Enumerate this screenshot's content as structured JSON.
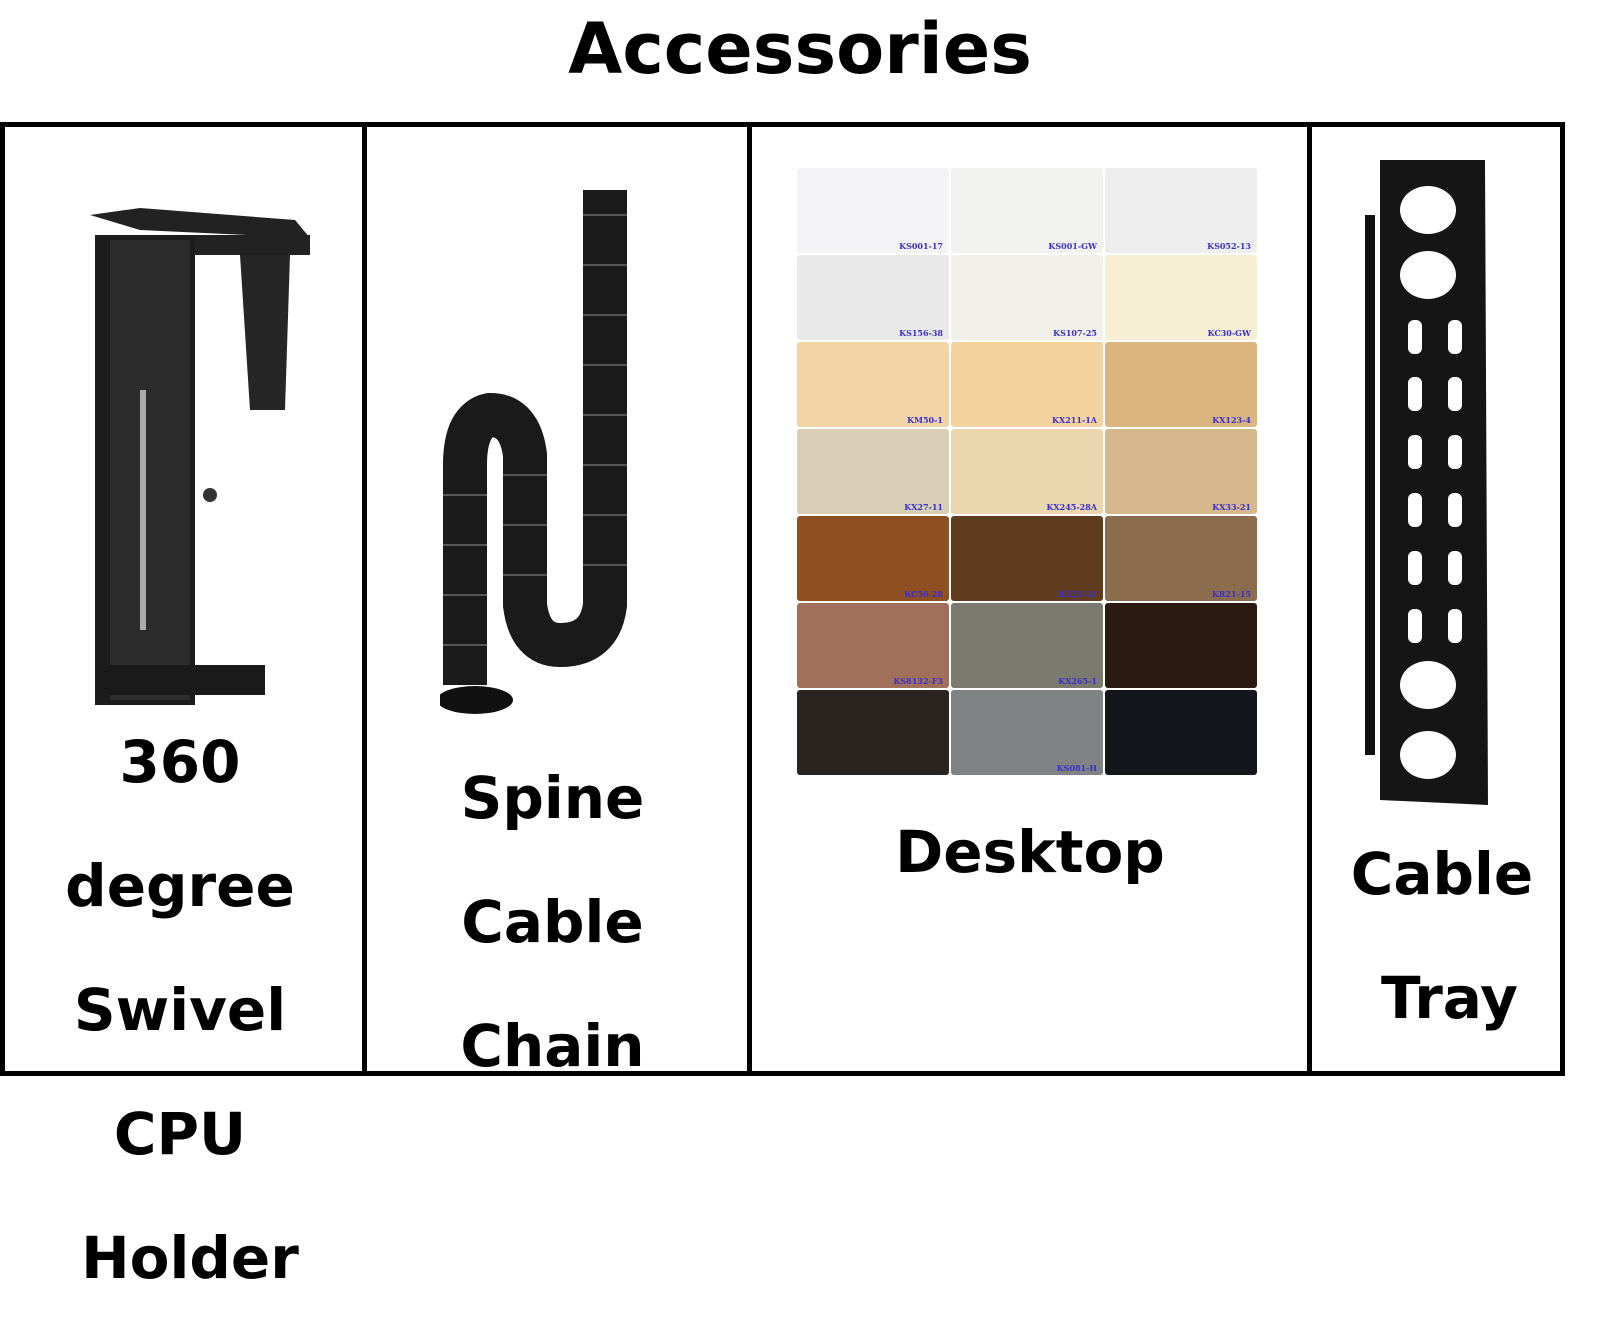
{
  "title": "Accessories",
  "columns": [
    {
      "label_lines": [
        "360 degree",
        "Swivel CPU",
        "Holder"
      ]
    },
    {
      "label_lines": [
        "Spine Cable",
        "Chain"
      ]
    },
    {
      "label_lines": [
        "Desktop"
      ]
    },
    {
      "label_lines": [
        "Cable",
        "Tray"
      ]
    }
  ],
  "swatches": [
    {
      "code": "KS001-17",
      "color": "#f3f3f5"
    },
    {
      "code": "KS001-GW",
      "color": "#f1f1f0"
    },
    {
      "code": "KS052-13",
      "color": "#eeeeee"
    },
    {
      "code": "KS156-38",
      "color": "#e9e9e9"
    },
    {
      "code": "KS107-25",
      "color": "#f1f0ea"
    },
    {
      "code": "KC30-GW",
      "color": "#f7efd4"
    },
    {
      "code": "KM50-1",
      "color": "#f2d5a6"
    },
    {
      "code": "KX211-1A",
      "color": "#f2d39f"
    },
    {
      "code": "KX123-4",
      "color": "#dcb57e"
    },
    {
      "code": "KX27-11",
      "color": "#d9cfb6"
    },
    {
      "code": "KX245-28A",
      "color": "#ecd6ae"
    },
    {
      "code": "KX33-21",
      "color": "#d7b88c"
    },
    {
      "code": "KC56-28",
      "color": "#8e4f22"
    },
    {
      "code": "KX33-21",
      "color": "#5e3c1d"
    },
    {
      "code": "KR21-15",
      "color": "#8b6d4e"
    },
    {
      "code": "KS8132-F3",
      "color": "#a0705b"
    },
    {
      "code": "KX265-1",
      "color": "#7b7a6e"
    },
    {
      "code": "",
      "color": "#2a1a10"
    },
    {
      "code": "",
      "color": "#2a2420"
    },
    {
      "code": "KS081-H",
      "color": "#7f8384"
    },
    {
      "code": "",
      "color": "#13161a"
    }
  ]
}
